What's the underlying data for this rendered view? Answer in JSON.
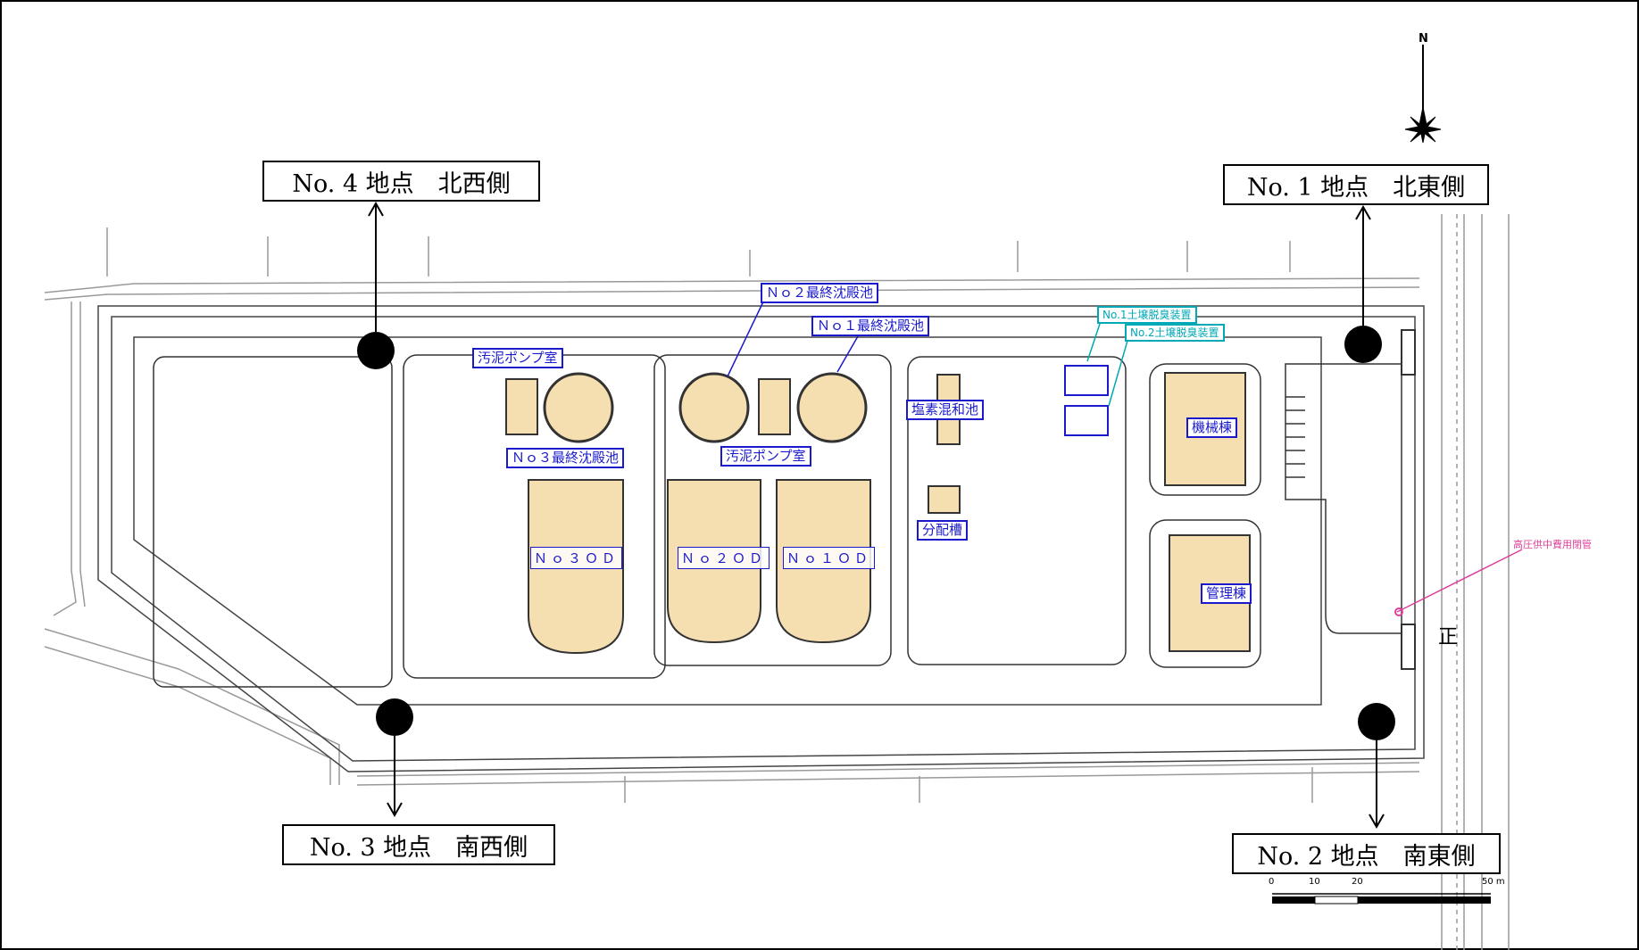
{
  "points": [
    {
      "label": "No. 4 地点　北西側"
    },
    {
      "label": "No. 1 地点　北東側"
    },
    {
      "label": "No. 3 地点　南西側"
    },
    {
      "label": "No. 2 地点　南東側"
    }
  ],
  "facilities": {
    "final_tank_2": "Ｎｏ２最終沈殿池",
    "final_tank_1": "Ｎｏ１最終沈殿池",
    "final_tank_3": "Ｎｏ３最終沈殿池",
    "sludge_pump_1": "汚泥ポンプ室",
    "sludge_pump_2": "汚泥ポンプ室",
    "chlorine": "塩素混和池",
    "distribution": "分配槽",
    "machine_bldg": "機械棟",
    "admin_bldg": "管理棟",
    "od3": "Ｎｏ３ＯＤ",
    "od2": "Ｎｏ２ＯＤ",
    "od1": "Ｎｏ１ＯＤ",
    "deodor_1": "No.1土壌脱臭装置",
    "deodor_2": "No.2土壌脱臭装置",
    "gas_pipe": "高圧供中費用閉管"
  },
  "north_label": "N",
  "main_gate": "正",
  "scale": {
    "ticks": [
      "0",
      "10",
      "20",
      "50 m"
    ]
  },
  "colors": {
    "facility_text": "#1a1acc",
    "deodorizer": "#00a9b5",
    "tank_fill": "#f5deb0",
    "pipe_tag": "#e0409a"
  }
}
